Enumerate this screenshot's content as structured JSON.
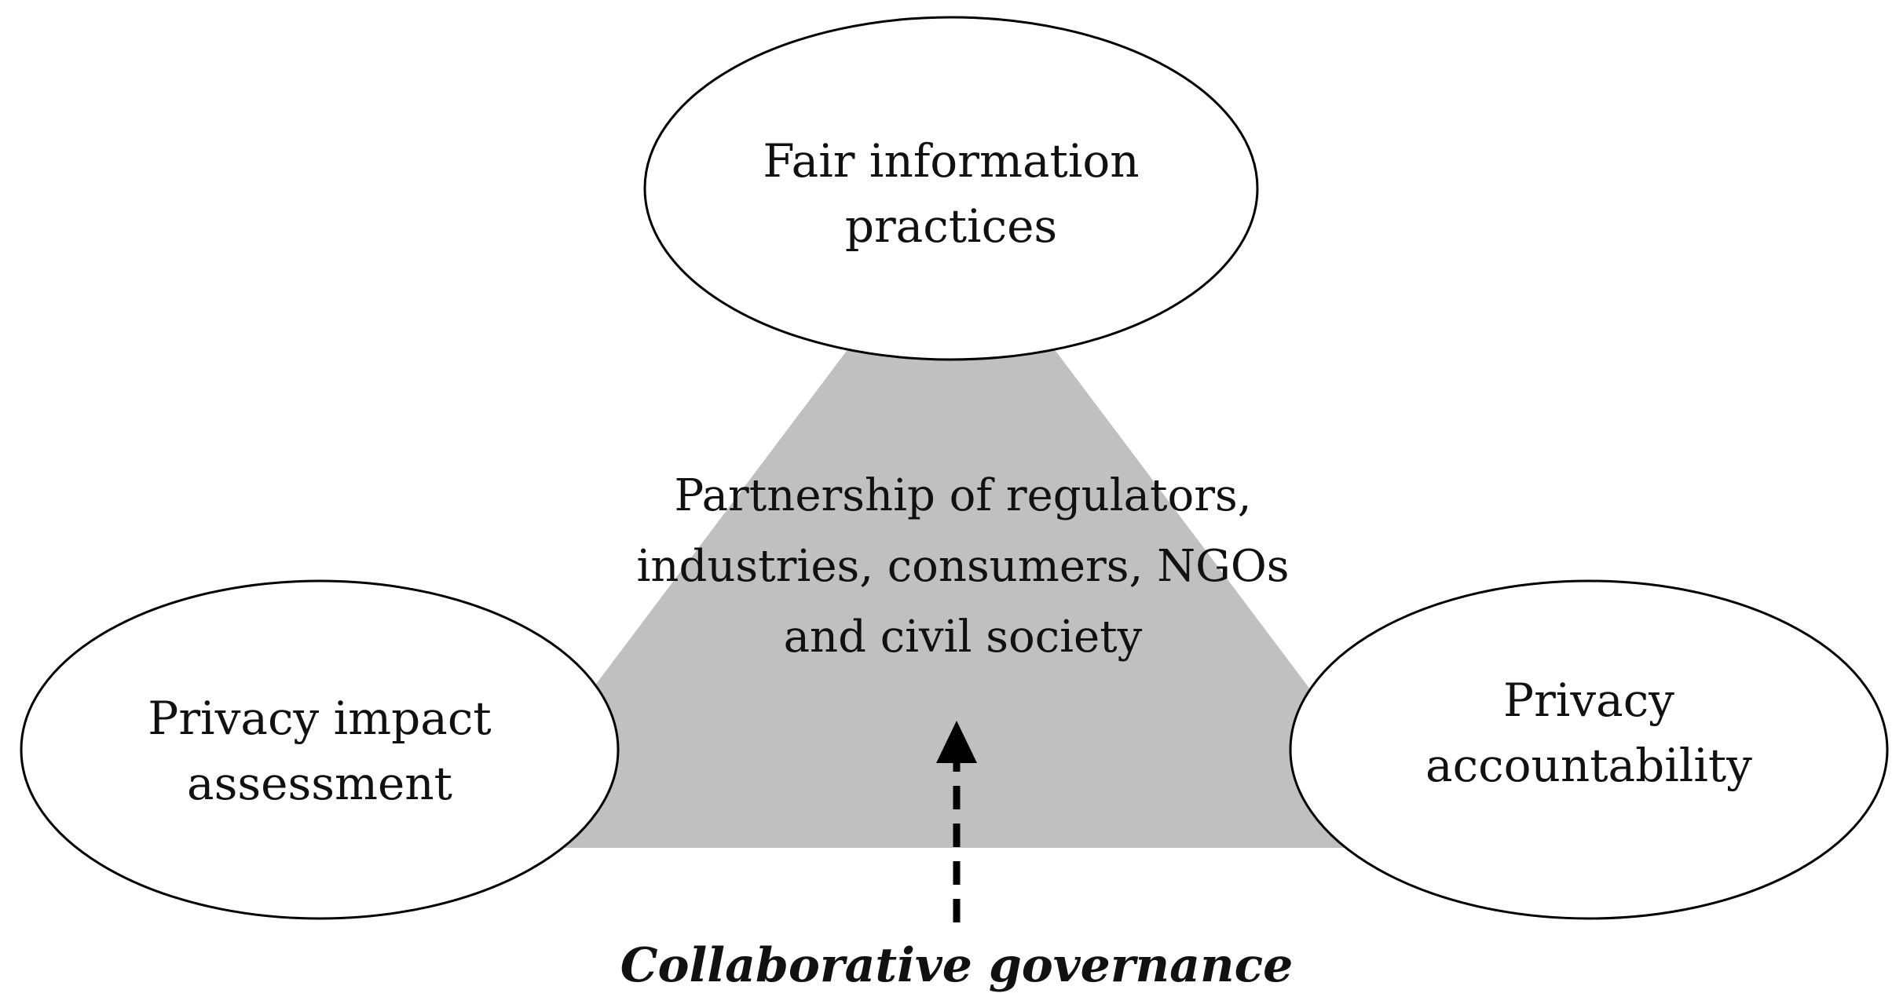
{
  "colors": {
    "triangle_fill": "#c0c0c0",
    "ellipse_fill": "#ffffff",
    "stroke": "#000000"
  },
  "nodes": {
    "top": {
      "line1": "Fair information",
      "line2": "practices"
    },
    "left": {
      "line1": "Privacy impact",
      "line2": "assessment"
    },
    "right": {
      "line1": "Privacy",
      "line2": "accountability"
    }
  },
  "center": {
    "line1": "Partnership of regulators,",
    "line2": "industries, consumers, NGOs",
    "line3": "and civil society"
  },
  "caption": {
    "text": "Collaborative governance"
  }
}
